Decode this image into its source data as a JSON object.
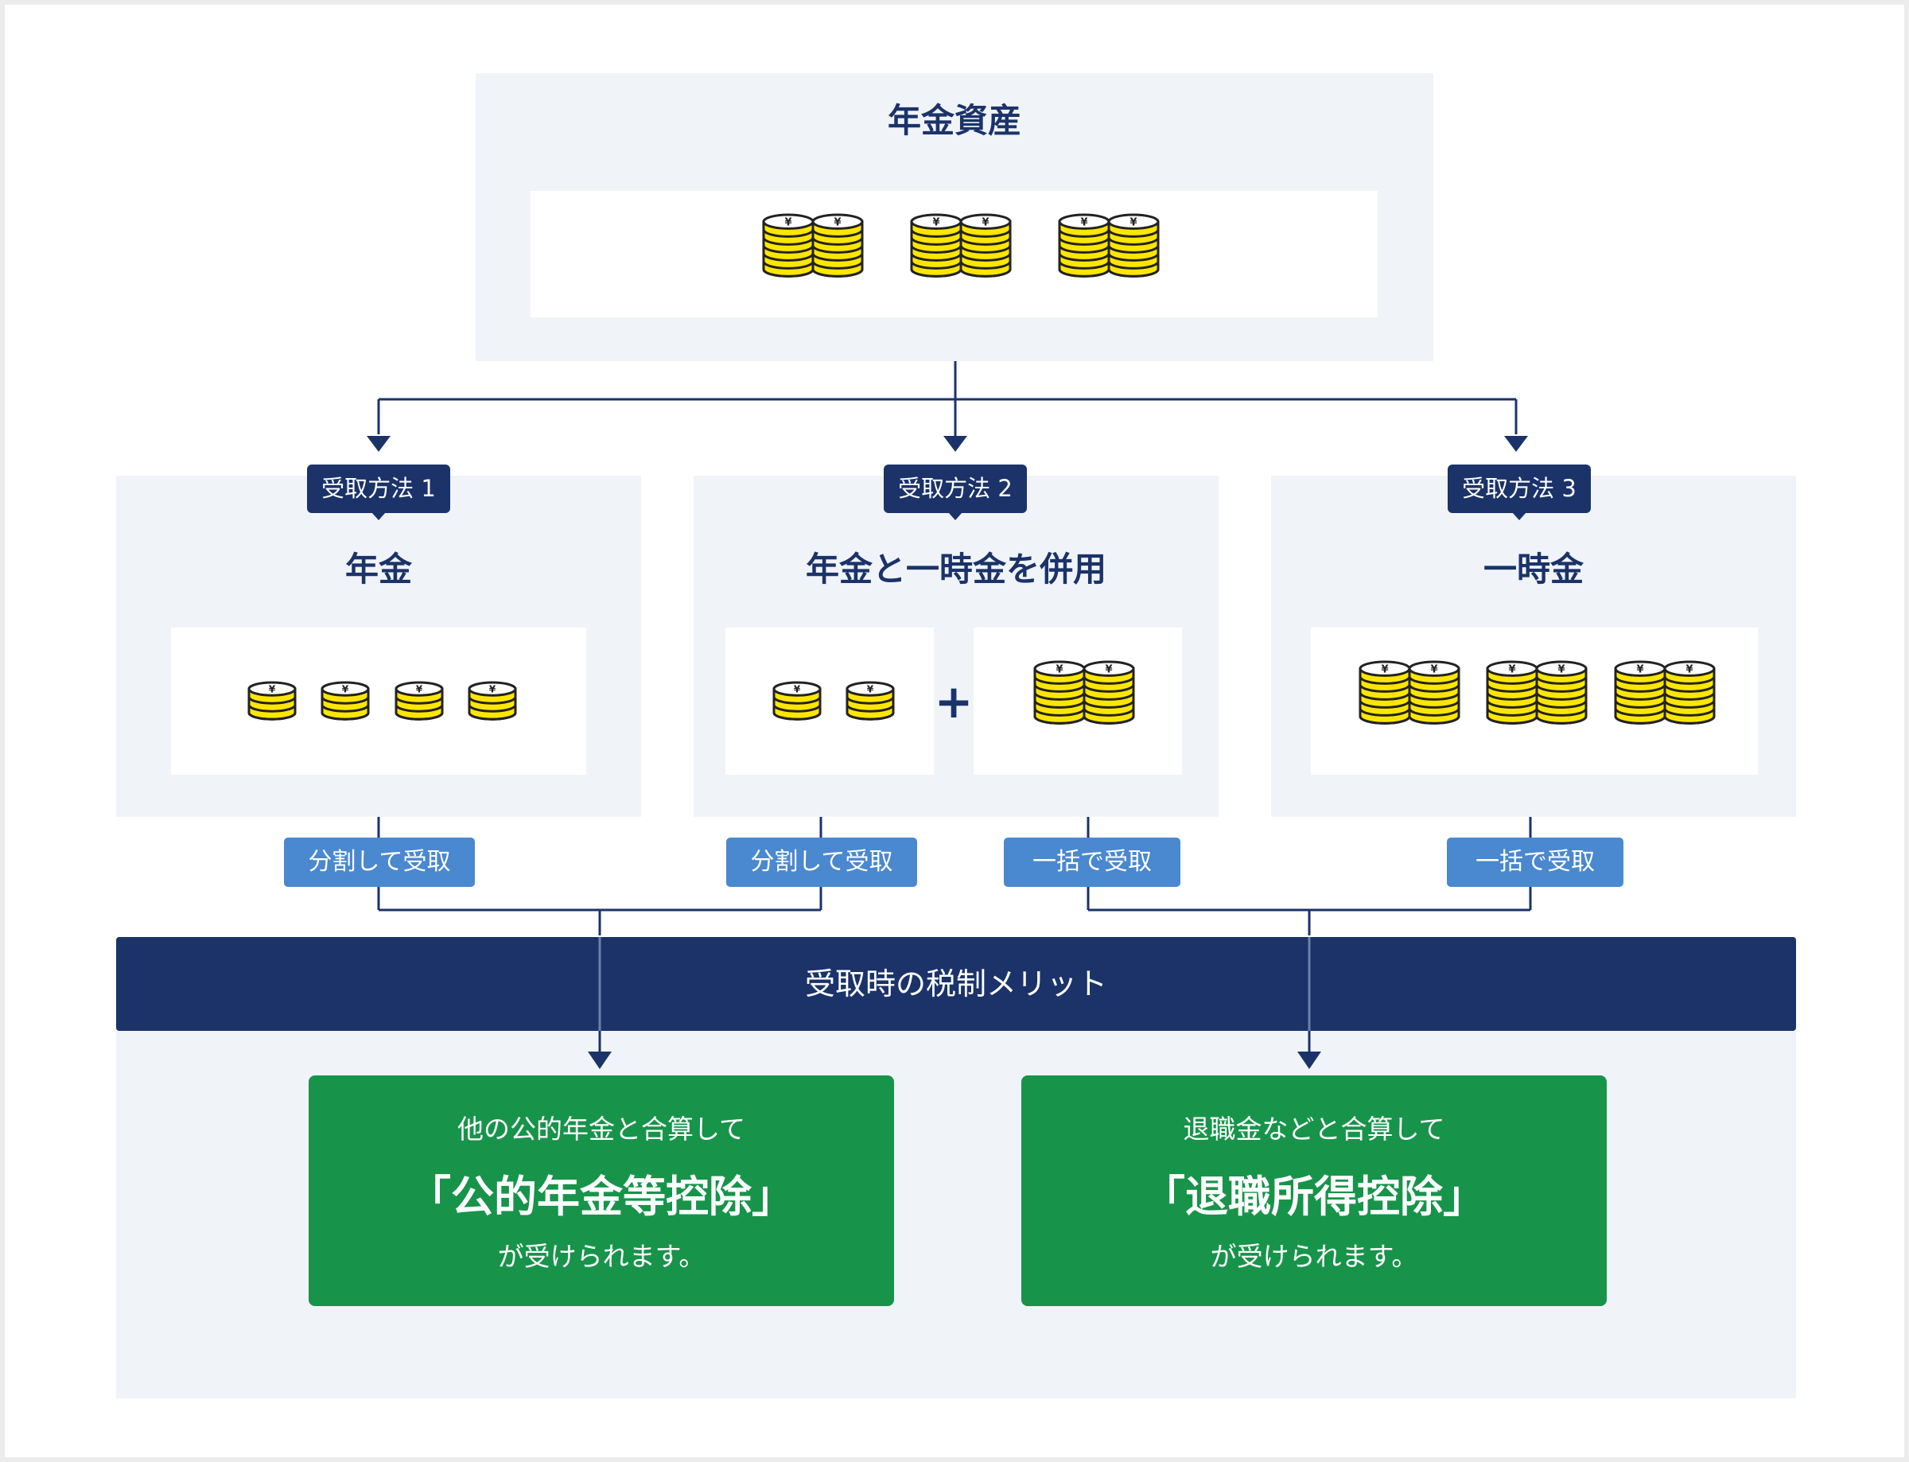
{
  "source": {
    "title": "年金資産"
  },
  "methods": [
    {
      "tag": "受取方法 1",
      "title": "年金",
      "receive_labels": [
        "分割して受取"
      ]
    },
    {
      "tag": "受取方法 2",
      "title": "年金と一時金を併用",
      "plus": "+",
      "receive_labels": [
        "分割して受取",
        "一括で受取"
      ]
    },
    {
      "tag": "受取方法 3",
      "title": "一時金",
      "receive_labels": [
        "一括で受取"
      ]
    }
  ],
  "merit_band": {
    "label": "受取時の税制メリット"
  },
  "results": [
    {
      "line1": "他の公的年金と合算して",
      "line2": "「公的年金等控除」",
      "line3": "が受けられます。"
    },
    {
      "line1": "退職金などと合算して",
      "line2": "「退職所得控除」",
      "line3": "が受けられます。"
    }
  ],
  "colors": {
    "navy": "#1b3369",
    "panel_bg": "#f0f4f9",
    "pill_blue": "#4a88d0",
    "green": "#17944a",
    "coin_yellow": "#ffe600"
  },
  "icons": {
    "coin": "yen-coin-stack-icon"
  }
}
